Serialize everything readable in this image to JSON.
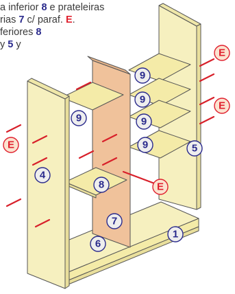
{
  "instructions": {
    "line1": {
      "a": "a inferior ",
      "n1": "8",
      "b": " e prateleiras"
    },
    "line2": {
      "a": "rias ",
      "n1": "7",
      "b": " c/ paraf. ",
      "e": "E",
      "c": "."
    },
    "line3": {
      "a": "feriores ",
      "n1": "8"
    },
    "line4": {
      "a": "y ",
      "n1": "5",
      "b": " y"
    }
  },
  "badges": {
    "part1": "1",
    "part4": "4",
    "part5": "5",
    "part6": "6",
    "part7": "7",
    "part8": "8",
    "part9_a": "9",
    "part9_b": "9",
    "part9_c": "9",
    "part9_d": "9",
    "part9_e": "9",
    "screw_e_left": "E",
    "screw_e_right_top": "E",
    "screw_e_right_mid": "E",
    "screw_e_center": "E"
  },
  "colors": {
    "panel_side": "#f6f0bf",
    "panel_shelf": "#f4eba8",
    "panel_divider": "#f0c29b",
    "outline": "#555555",
    "screw": "#d8202a",
    "number_badge": "#2a2a8c",
    "screw_badge": "#e0202e"
  }
}
